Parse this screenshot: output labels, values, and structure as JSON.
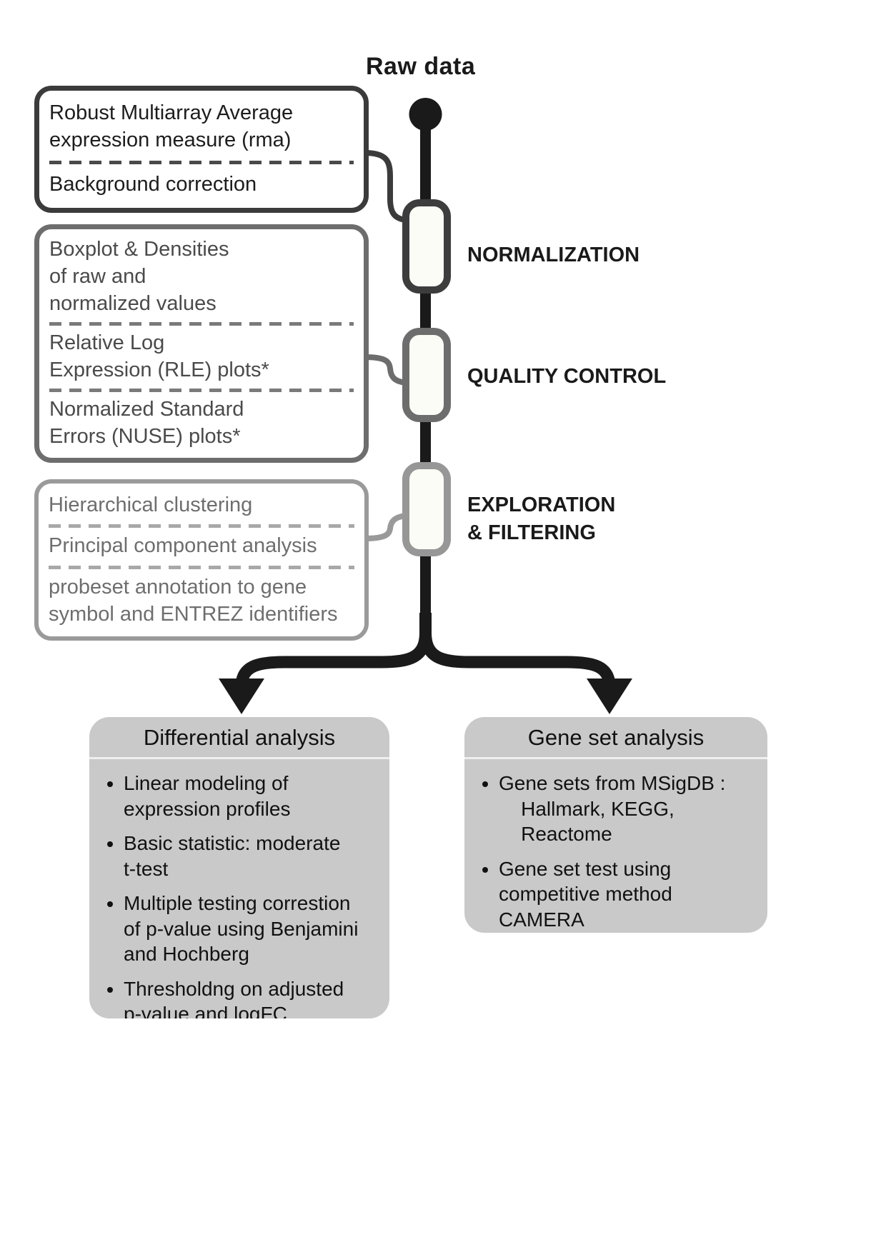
{
  "header": {
    "raw_data_label": "Raw data"
  },
  "stages": {
    "normalization": "NORMALIZATION",
    "quality_control": "QUALITY CONTROL",
    "exploration_filtering": "EXPLORATION\n& FILTERING"
  },
  "step_boxes": {
    "normalization": {
      "rows": [
        "Robust Multiarray Average\nexpression measure (rma)",
        "Background correction"
      ]
    },
    "quality_control": {
      "rows": [
        "Boxplot & Densities\nof raw and\nnormalized values",
        "Relative Log\nExpression (RLE) plots*",
        "Normalized Standard\nErrors (NUSE) plots*"
      ]
    },
    "exploration_filtering": {
      "rows": [
        "Hierarchical clustering",
        "Principal component analysis",
        "probeset annotation to gene\nsymbol and ENTREZ identifiers"
      ]
    }
  },
  "panels": {
    "differential": {
      "title": "Differential analysis",
      "bullets": [
        "Linear modeling of\nexpression profiles",
        "Basic statistic: moderate\nt-test",
        "Multiple testing correstion\nof p-value using Benjamini\nand Hochberg",
        "Thresholdng on adjusted\np-value and logFC"
      ]
    },
    "gene_set": {
      "title": "Gene set analysis",
      "bullets": [
        "Gene sets from MSigDB :\n    Hallmark, KEGG,\n    Reactome",
        "Gene set test using\ncompetitive method\nCAMERA"
      ]
    }
  },
  "palette": {
    "ink": "#1a1a1a",
    "normalization_border": "#3b3b3b",
    "quality_border": "#6d6d6d",
    "exploration_border": "#9a9a9a",
    "panel_fill": "#c9c9c9",
    "node_fill": "#fcfcf6"
  }
}
